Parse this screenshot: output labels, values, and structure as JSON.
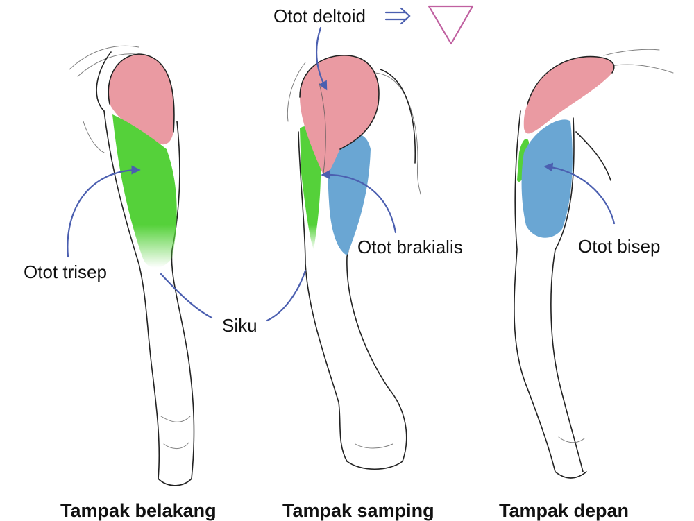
{
  "labels": {
    "deltoid": "Otot deltoid",
    "triceps": "Otot trisep",
    "elbow": "Siku",
    "brachialis": "Otot brakialis",
    "biceps": "Otot bisep"
  },
  "captions": {
    "back": "Tampak belakang",
    "side": "Tampak samping",
    "front": "Tampak depan"
  },
  "colors": {
    "deltoid": "#ea9aa2",
    "triceps": "#55d13a",
    "biceps": "#6aa6d3",
    "pointer": "#4b5fb0",
    "triangle": "#c060a0"
  },
  "icons": [
    "double-arrow-icon",
    "down-triangle-icon"
  ]
}
